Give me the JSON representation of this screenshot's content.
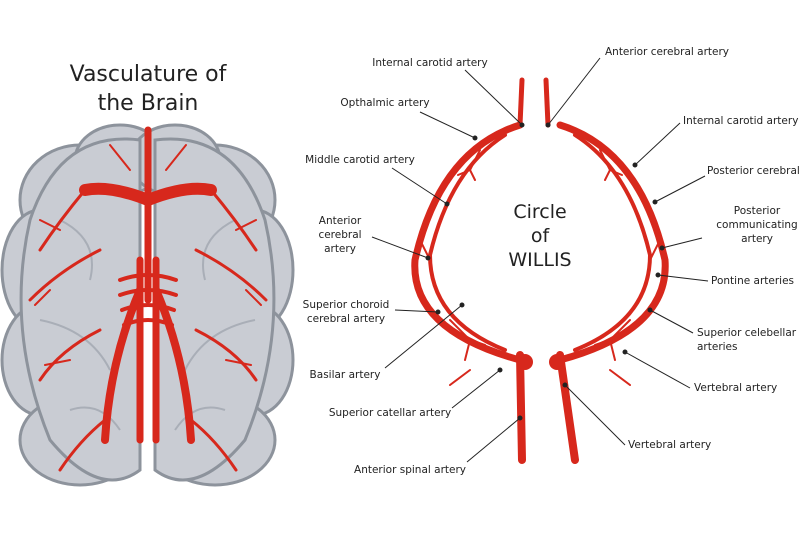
{
  "title": {
    "line1": "Vasculature of",
    "line2": "the Brain"
  },
  "circle_title": {
    "line1": "Circle",
    "line2": "of",
    "line3": "WILLIS"
  },
  "colors": {
    "artery": "#d7281c",
    "brain": "#c9ccd3",
    "brain_outline": "#8d939c",
    "leader_line": "#222222"
  },
  "labels_left": {
    "internal_carotid": "Internal carotid artery",
    "opthalmic": "Opthalmic artery",
    "middle_carotid": "Middle carotid artery",
    "anterior_cerebral": [
      "Anterior",
      "cerebral",
      "artery"
    ],
    "superior_choroid": [
      "Superior choroid",
      "cerebral artery"
    ],
    "basilar": "Basilar artery",
    "superior_catellar": "Superior catellar artery",
    "anterior_spinal": "Anterior spinal artery"
  },
  "labels_right": {
    "anterior_cerebral": "Anterior cerebral artery",
    "internal_carotid": "Internal carotid artery",
    "posterior_cerebral": "Posterior cerebral",
    "posterior_communicating": [
      "Posterior",
      "communicating",
      "artery"
    ],
    "pontine": "Pontine arteries",
    "superior_celebellar": [
      "Superior celebellar",
      "arteries"
    ],
    "vertebral_1": "Vertebral artery",
    "vertebral_2": "Vertebral artery"
  }
}
